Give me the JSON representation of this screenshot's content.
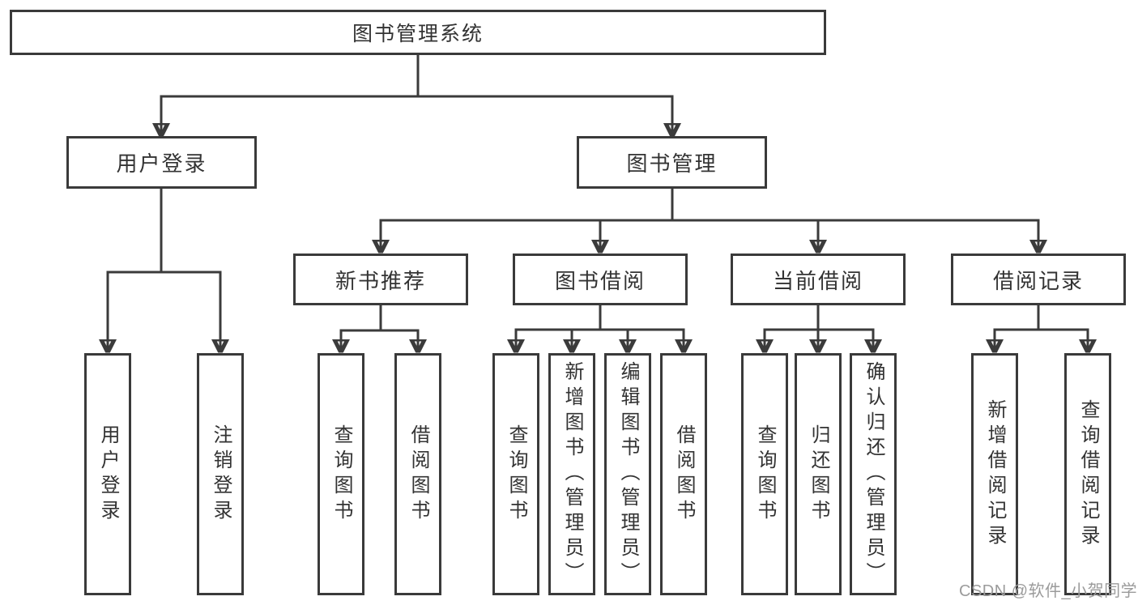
{
  "diagram": {
    "title_node": "图书管理系统",
    "nodes": {
      "root": {
        "label": "图书管理系统"
      },
      "user_login": {
        "label": "用户登录"
      },
      "book_mgmt": {
        "label": "图书管理"
      },
      "new_book_rec": {
        "label": "新书推荐"
      },
      "book_borrow": {
        "label": "图书借阅"
      },
      "current_borrow": {
        "label": "当前借阅"
      },
      "borrow_records": {
        "label": "借阅记录"
      },
      "leaf_user_login": {
        "label": "用户登录"
      },
      "leaf_logout": {
        "label": "注销登录"
      },
      "leaf_nbr_query_books": {
        "label": "查询图书"
      },
      "leaf_nbr_borrow_books": {
        "label": "借阅图书"
      },
      "leaf_bb_query_books": {
        "label": "查询图书"
      },
      "leaf_bb_add_books_admin": {
        "label": "新增图书（管理员）"
      },
      "leaf_bb_edit_books_admin": {
        "label": "编辑图书（管理员）"
      },
      "leaf_bb_borrow_books": {
        "label": "借阅图书"
      },
      "leaf_cb_query_books": {
        "label": "查询图书"
      },
      "leaf_cb_return_books": {
        "label": "归还图书"
      },
      "leaf_cb_confirm_return_admin": {
        "label": "确认归还（管理员）"
      },
      "leaf_br_add_record": {
        "label": "新增借阅记录"
      },
      "leaf_br_query_record": {
        "label": "查询借阅记录"
      }
    },
    "colors": {
      "line": "#3b3b3b",
      "box_border": "#3a3a3a",
      "text": "#333333",
      "background": "#ffffff",
      "watermark": "#9b9b9b"
    }
  },
  "watermark": {
    "text": "CSDN @软件_小贺同学"
  }
}
